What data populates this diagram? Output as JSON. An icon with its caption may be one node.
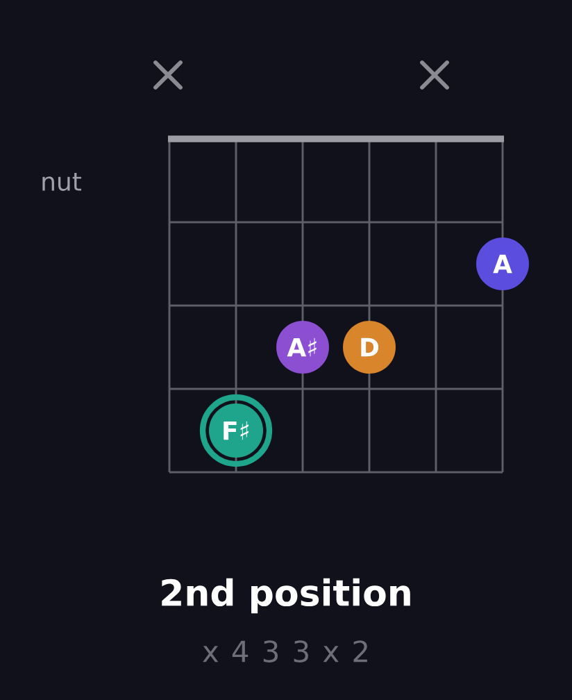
{
  "diagram": {
    "title": "2nd position",
    "nodes": [
      {
        "text": [
          "A"
        ]
      },
      {
        "text": [
          "A♯"
        ]
      },
      {
        "text": [
          "D"
        ]
      },
      {
        "text": [
          "F♯"
        ]
      }
    ],
    "labels": [
      "nut",
      "x 4 3 3 x 2"
    ]
  }
}
